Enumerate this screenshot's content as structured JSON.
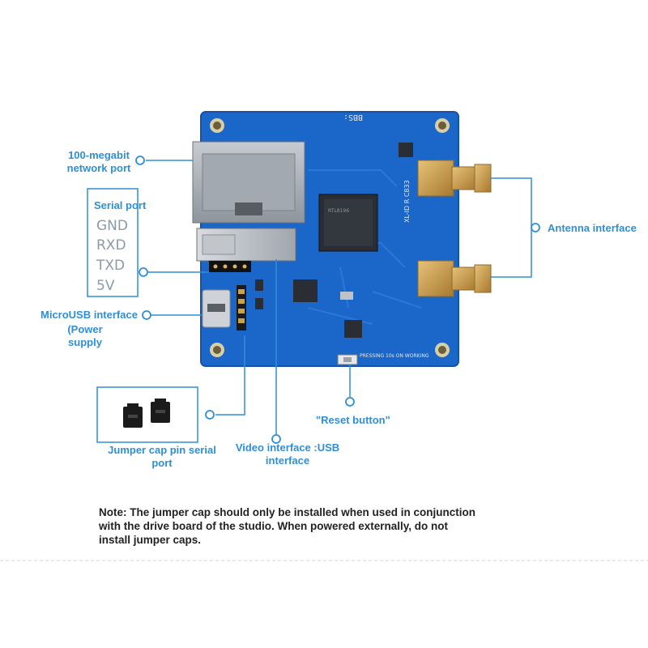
{
  "labels": {
    "network_port": [
      "100-megabit",
      "network port"
    ],
    "serial_port_title": "Serial port",
    "serial_pins": [
      "GND",
      "RXD",
      "TXD",
      "5V"
    ],
    "microusb": [
      "MicroUSB interface",
      "(Power",
      "supply"
    ],
    "jumper": [
      "Jumper cap pin serial",
      "port"
    ],
    "video": [
      "Video interface :USB",
      "interface"
    ],
    "reset": "\"Reset button\"",
    "antenna": "Antenna interface"
  },
  "board": {
    "silk_top": "BBS:",
    "silk_chip": "XL-ID R C833",
    "silk_bottom": "PRESSING 10s ON WORKING"
  },
  "note": "Note: The jumper cap should only be installed when used in conjunction with the drive board of the studio. When powered externally, do not install jumper caps.",
  "colors": {
    "accent": "#2f8fd6",
    "pcb": "#1b66c9",
    "pcb_dark": "#1552a8",
    "gold": "#c9a24a"
  }
}
